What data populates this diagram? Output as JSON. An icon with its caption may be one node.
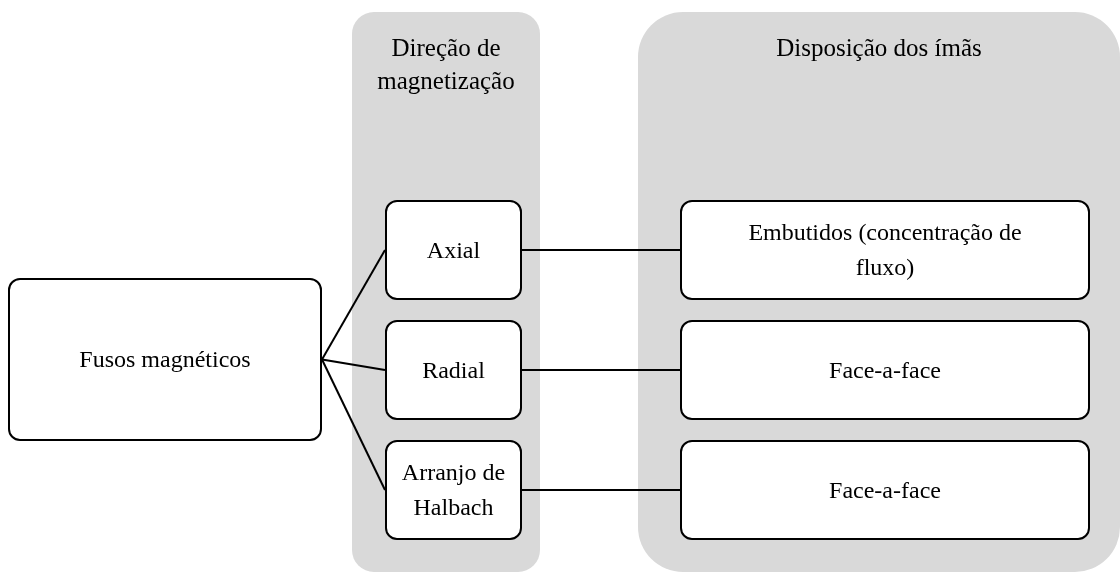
{
  "diagram": {
    "nodes": [
      {
        "text": [
          "Fusos magnéticos"
        ]
      },
      {
        "text": [
          "Direção de magnetização"
        ]
      },
      {
        "text": [
          "Axial"
        ],
        "in": 1
      },
      {
        "text": [
          "Radial"
        ],
        "in": 1
      },
      {
        "text": [
          "Arranjo de Halbach"
        ],
        "in": 1
      },
      {
        "text": [
          "Disposição dos ímãs"
        ]
      },
      {
        "text": [
          "Embutidos (concentração de fluxo)"
        ],
        "in": 5
      },
      {
        "text": [
          "Face-a-face"
        ],
        "in": 5
      },
      {
        "text": [
          "Face-a-face"
        ],
        "in": 5
      }
    ],
    "edges": [
      {
        "from": 0,
        "to": 2,
        "arrow": "none"
      },
      {
        "from": 0,
        "to": 3,
        "arrow": "none"
      },
      {
        "from": 0,
        "to": 4,
        "arrow": "none"
      },
      {
        "from": 2,
        "to": 6,
        "arrow": "none"
      },
      {
        "from": 3,
        "to": 7,
        "arrow": "none"
      },
      {
        "from": 4,
        "to": 8,
        "arrow": "none"
      }
    ]
  }
}
